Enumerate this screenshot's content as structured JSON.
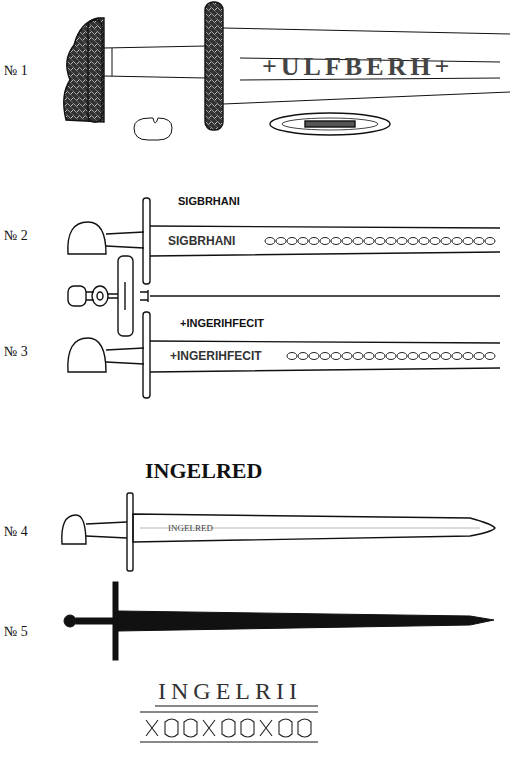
{
  "diagram": {
    "labels": [
      "№ 1",
      "+ULFBERH+",
      "SIGBRHANI",
      "SIGBRHANI",
      "№ 2",
      "+INGERIHFECIT",
      "+INGERIHFECIT",
      "№ 3",
      "INGELRED",
      "INGELRED",
      "№ 4",
      "№ 5",
      "INGELRII"
    ]
  }
}
